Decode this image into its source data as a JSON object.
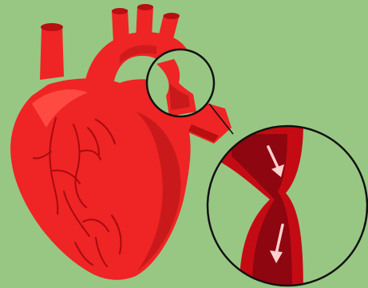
{
  "scene": {
    "subject": "heart-with-narrowed-artery",
    "background_color": "#98c784",
    "heart_color": "#ef2424",
    "heart_dark_color": "#b70f12",
    "vein_color": "#a80a10",
    "highlight_color": "#ff4a42",
    "vessel_outer_color": "#c40b14",
    "vessel_inner_color": "#8e0610",
    "magnifier_ring_color": "#111111",
    "flow_arrow_color": "#ffd0d0",
    "flow_arrows": [
      {
        "icon": "arrow-down-icon",
        "direction": "down"
      },
      {
        "icon": "arrow-down-icon",
        "direction": "down"
      }
    ]
  }
}
